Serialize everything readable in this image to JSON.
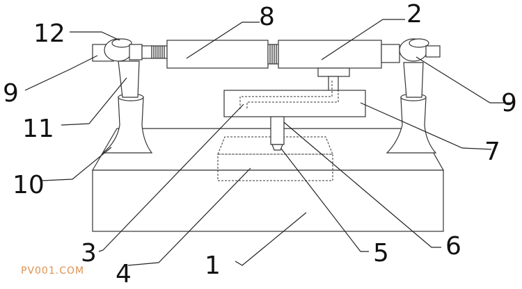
{
  "labels": {
    "l1": "1",
    "l2": "2",
    "l3": "3",
    "l4": "4",
    "l5": "5",
    "l6": "6",
    "l7": "7",
    "l8": "8",
    "l9_left": "9",
    "l9_right": "9",
    "l10": "10",
    "l11": "11",
    "l12": "12"
  },
  "watermark": "PV001.COM"
}
